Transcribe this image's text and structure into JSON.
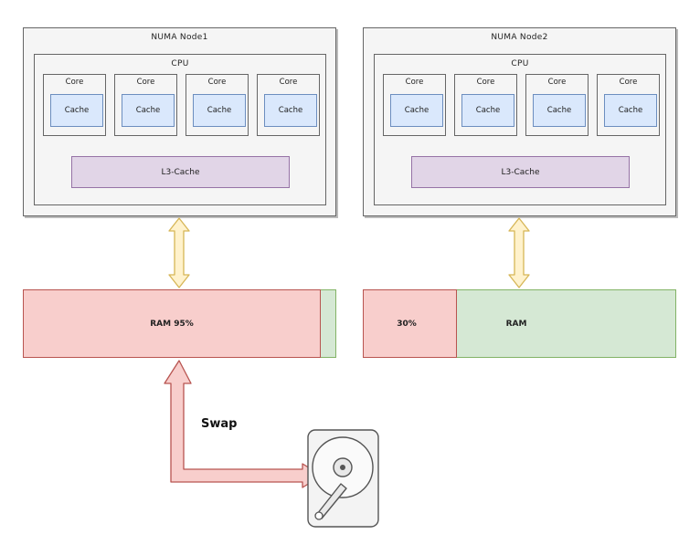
{
  "nodes": [
    {
      "title": "NUMA Node1",
      "cpu_label": "CPU",
      "cores": [
        {
          "label": "Core",
          "cache": "Cache"
        },
        {
          "label": "Core",
          "cache": "Cache"
        },
        {
          "label": "Core",
          "cache": "Cache"
        },
        {
          "label": "Core",
          "cache": "Cache"
        }
      ],
      "l3": "L3-Cache",
      "ram_used_label": "RAM 95%",
      "ram_used_fraction": 0.95
    },
    {
      "title": "NUMA Node2",
      "cpu_label": "CPU",
      "cores": [
        {
          "label": "Core",
          "cache": "Cache"
        },
        {
          "label": "Core",
          "cache": "Cache"
        },
        {
          "label": "Core",
          "cache": "Cache"
        },
        {
          "label": "Core",
          "cache": "Cache"
        }
      ],
      "l3": "L3-Cache",
      "ram_used_label": "30%",
      "ram_free_label": "RAM",
      "ram_used_fraction": 0.3
    }
  ],
  "swap_label": "Swap",
  "colors": {
    "ram_used": "#f8cecc",
    "ram_free": "#d5e8d4",
    "cache": "#dae8fc",
    "l3": "#e1d5e7",
    "bus_arrow": "#fff2cc",
    "swap_arrow": "#f8cecc"
  },
  "icons": [
    "hard-disk-icon"
  ]
}
